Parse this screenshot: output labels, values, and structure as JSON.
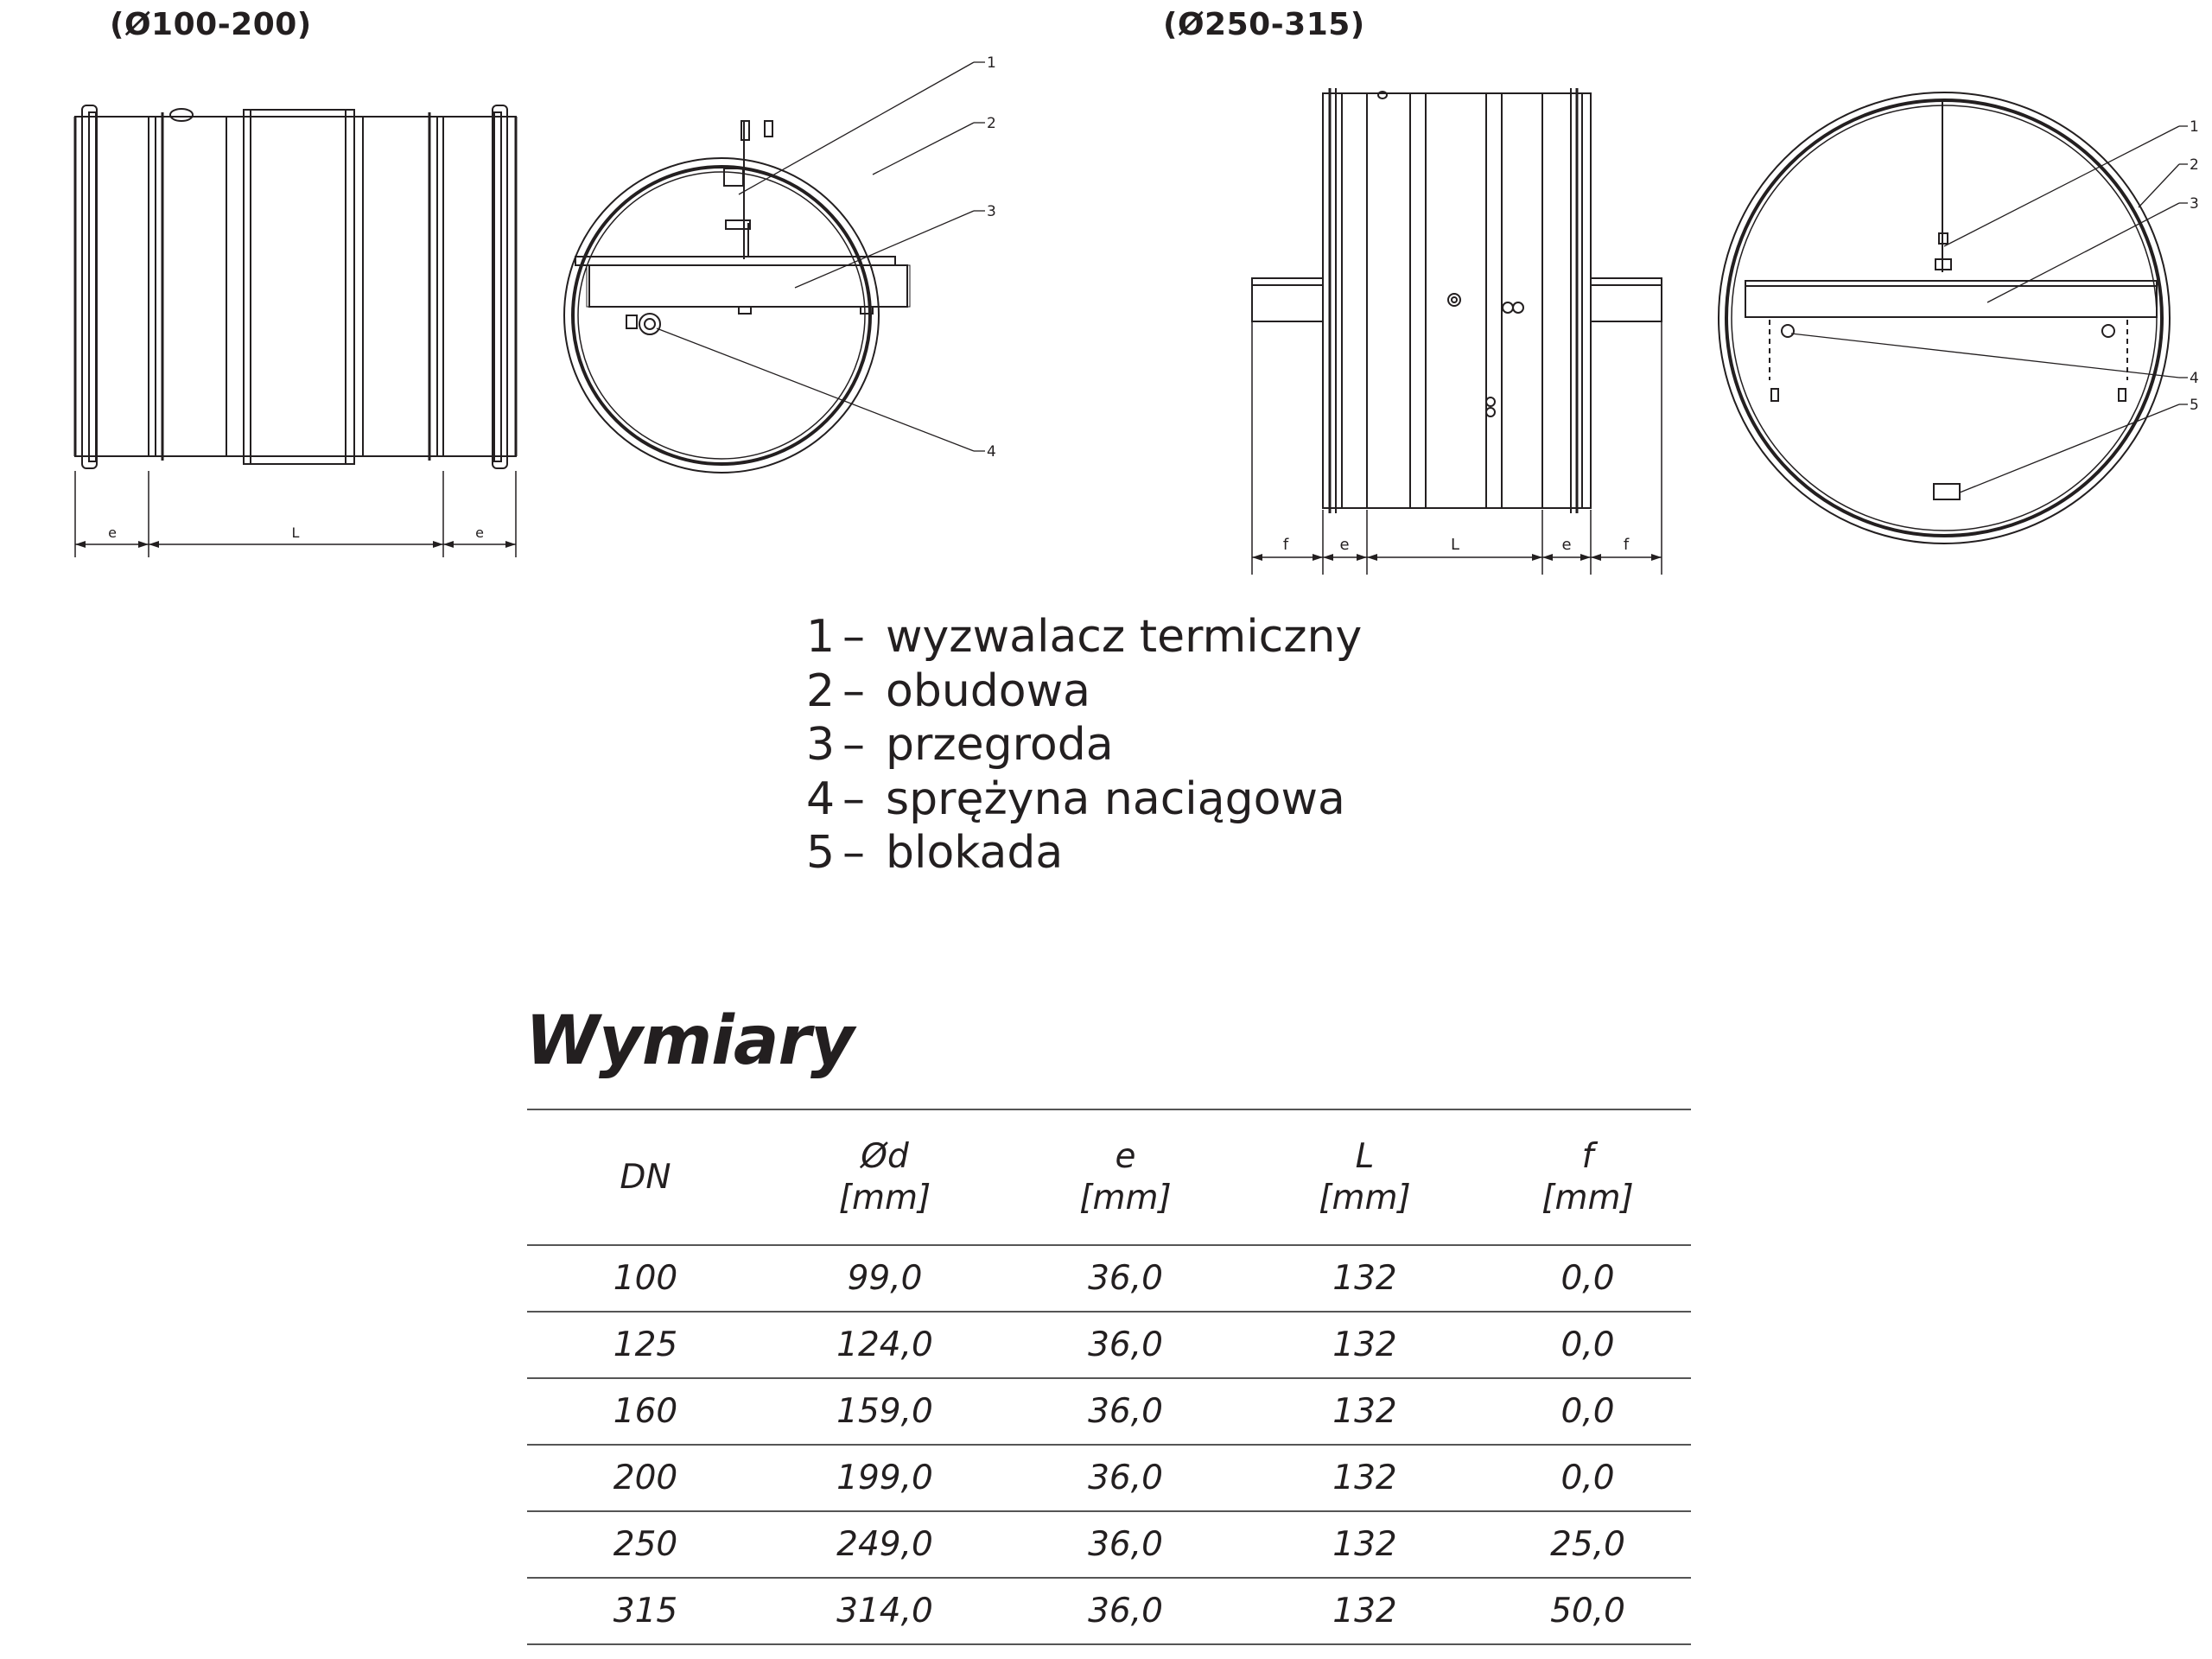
{
  "groups": {
    "small": "(Ø100-200)",
    "large": "(Ø250-315)"
  },
  "dimension_marks": {
    "e": "e",
    "L": "L",
    "f": "f"
  },
  "callouts": [
    "1",
    "2",
    "3",
    "4",
    "5"
  ],
  "legend": [
    {
      "num": "1",
      "dash": "–",
      "text": "wyzwalacz termiczny"
    },
    {
      "num": "2",
      "dash": "–",
      "text": "obudowa"
    },
    {
      "num": "3",
      "dash": "–",
      "text": "przegroda"
    },
    {
      "num": "4",
      "dash": "–",
      "text": "sprężyna naciągowa"
    },
    {
      "num": "5",
      "dash": "–",
      "text": "blokada"
    }
  ],
  "table": {
    "title": "Wymiary",
    "headers": [
      {
        "name": "DN",
        "unit": ""
      },
      {
        "name": "Ød",
        "unit": "[mm]"
      },
      {
        "name": "e",
        "unit": "[mm]"
      },
      {
        "name": "L",
        "unit": "[mm]"
      },
      {
        "name": "f",
        "unit": "[mm]"
      }
    ],
    "rows": [
      [
        "100",
        "99,0",
        "36,0",
        "132",
        "0,0"
      ],
      [
        "125",
        "124,0",
        "36,0",
        "132",
        "0,0"
      ],
      [
        "160",
        "159,0",
        "36,0",
        "132",
        "0,0"
      ],
      [
        "200",
        "199,0",
        "36,0",
        "132",
        "0,0"
      ],
      [
        "250",
        "249,0",
        "36,0",
        "132",
        "25,0"
      ],
      [
        "315",
        "314,0",
        "36,0",
        "132",
        "50,0"
      ]
    ]
  }
}
